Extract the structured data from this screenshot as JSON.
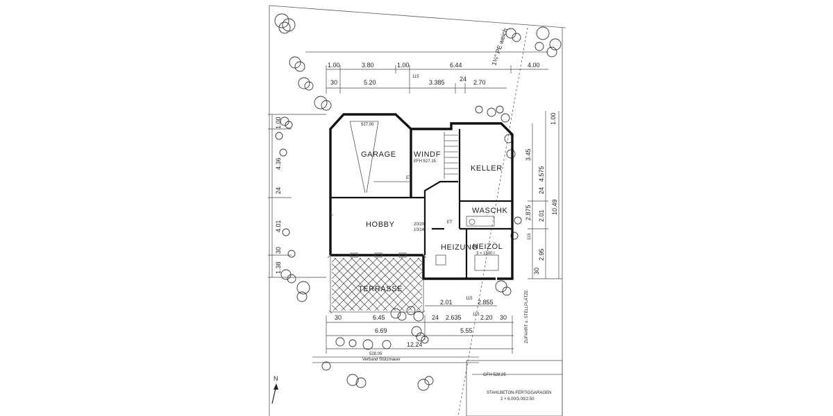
{
  "pipe_label": "1¼\" PE weich",
  "north_label": "N",
  "rooms": {
    "garage": "GARAGE",
    "garage_level": "527.00",
    "windf": "WINDF",
    "windf_level": "EFH 527.15",
    "keller": "KELLER",
    "waschk": "WASCHK",
    "hobby": "HOBBY",
    "hobby_note_1": "20/20",
    "hobby_note_2": "10/14",
    "heizung": "HEIZUNG",
    "heizoel": "HEIZÖL",
    "heizoel_note": "3 × 1500 l",
    "terrasse": "TERRASSE",
    "et_1": "ET",
    "et_2": "ET"
  },
  "site_note_parking": "ZUFAHRT u. STELLPLÄTZE",
  "site_note_wall": "Verband Stützmauer",
  "site_note_wall_level": "528.05",
  "title_block": {
    "level": "GFH 528.25",
    "line1": "STAHLBETON-FERTIGGARAGEN",
    "line2": "2 × 6.00/3.00/2.50"
  },
  "dims_top_1": [
    "1.00",
    "3.80",
    "1.00",
    "6.44",
    "4.00"
  ],
  "dims_top_2": [
    "30",
    "5.20",
    "115",
    "3.385",
    "24",
    "2.70"
  ],
  "dims_left": [
    "1.00",
    "4.36",
    "24",
    "4.01",
    "30",
    "1.38"
  ],
  "dims_right": [
    "1.00",
    "3.45",
    "4.575",
    "10.49",
    "24",
    "2.875",
    "2.01",
    "115",
    "30",
    "2.95"
  ],
  "dims_inner_bottom": [
    "2.01",
    "115",
    "2.855"
  ],
  "dims_bottom_1": [
    "30",
    "6.45",
    "24",
    "2.635",
    "115",
    "2.20",
    "30"
  ],
  "dims_bottom_2": [
    "6.69",
    "5.55"
  ],
  "dims_bottom_total": "12.24"
}
